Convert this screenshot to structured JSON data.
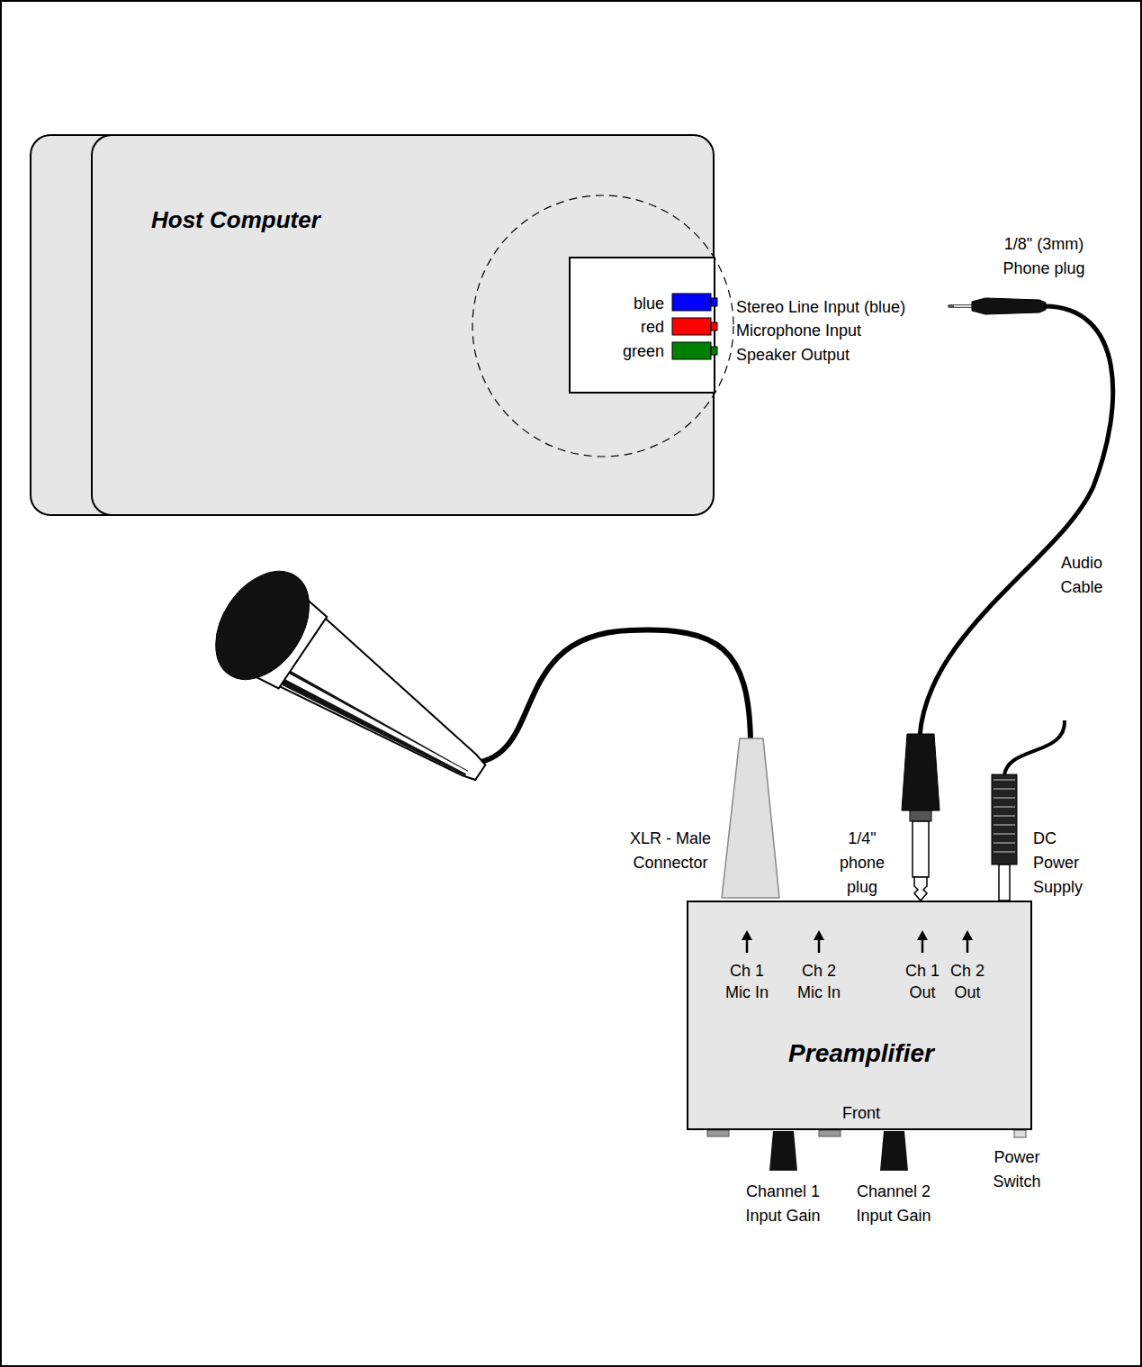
{
  "diagram": {
    "nodes": [
      {
        "text": [
          "Host Computer"
        ]
      },
      {
        "text": [
          "blue",
          "red",
          "green"
        ],
        "in": 0
      },
      {
        "text": [
          "Ch 1 Mic In",
          "Ch 2 Mic In",
          "Ch 1 Out",
          "Ch 2 Out",
          "Preamplifier",
          "Front"
        ]
      }
    ],
    "labels": [
      "Stereo Line Input (blue)",
      "Microphone Input",
      "Speaker Output",
      "1/8\" (3mm) Phone plug",
      "Audio Cable",
      "XLR - Male Connector",
      "1/4\" phone plug",
      "DC Power Supply",
      "Channel 1 Input Gain",
      "Channel 2 Input Gain",
      "Power Switch"
    ]
  }
}
